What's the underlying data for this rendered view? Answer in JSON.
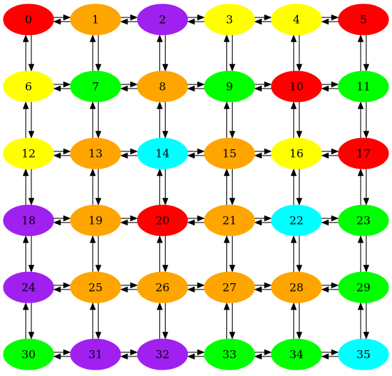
{
  "graph": {
    "directed": true,
    "bidirectional_edges": "grid-neighbors",
    "columns": 6,
    "rows": 6,
    "colors": {
      "red": "#ff0000",
      "orange": "#ffa500",
      "purple": "#a020f0",
      "yellow": "#ffff00",
      "green": "#00ff00",
      "cyan": "#00ffff"
    },
    "nodes": [
      {
        "label": "0",
        "color": "red"
      },
      {
        "label": "1",
        "color": "orange"
      },
      {
        "label": "2",
        "color": "purple"
      },
      {
        "label": "3",
        "color": "yellow"
      },
      {
        "label": "4",
        "color": "yellow"
      },
      {
        "label": "5",
        "color": "red"
      },
      {
        "label": "6",
        "color": "yellow"
      },
      {
        "label": "7",
        "color": "green"
      },
      {
        "label": "8",
        "color": "orange"
      },
      {
        "label": "9",
        "color": "green"
      },
      {
        "label": "10",
        "color": "red"
      },
      {
        "label": "11",
        "color": "green"
      },
      {
        "label": "12",
        "color": "yellow"
      },
      {
        "label": "13",
        "color": "orange"
      },
      {
        "label": "14",
        "color": "cyan"
      },
      {
        "label": "15",
        "color": "orange"
      },
      {
        "label": "16",
        "color": "yellow"
      },
      {
        "label": "17",
        "color": "red"
      },
      {
        "label": "18",
        "color": "purple"
      },
      {
        "label": "19",
        "color": "orange"
      },
      {
        "label": "20",
        "color": "red"
      },
      {
        "label": "21",
        "color": "orange"
      },
      {
        "label": "22",
        "color": "cyan"
      },
      {
        "label": "23",
        "color": "green"
      },
      {
        "label": "24",
        "color": "purple"
      },
      {
        "label": "25",
        "color": "orange"
      },
      {
        "label": "26",
        "color": "orange"
      },
      {
        "label": "27",
        "color": "orange"
      },
      {
        "label": "28",
        "color": "orange"
      },
      {
        "label": "29",
        "color": "green"
      },
      {
        "label": "30",
        "color": "green"
      },
      {
        "label": "31",
        "color": "purple"
      },
      {
        "label": "32",
        "color": "purple"
      },
      {
        "label": "33",
        "color": "green"
      },
      {
        "label": "34",
        "color": "green"
      },
      {
        "label": "35",
        "color": "cyan"
      }
    ]
  }
}
